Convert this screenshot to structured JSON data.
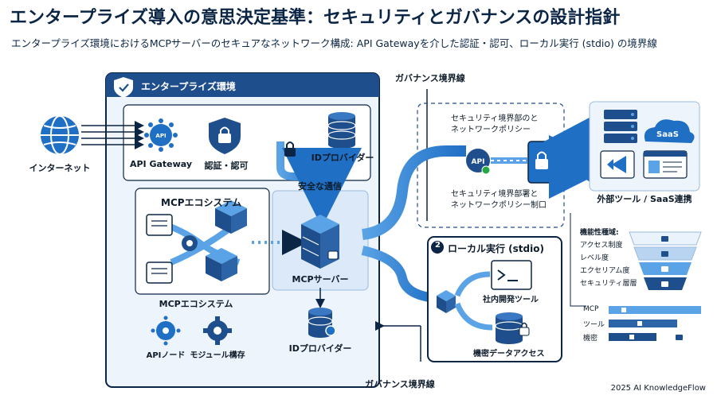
{
  "title": "エンタープライズ導入の意思決定基準：セキュリティとガバナンスの設計指針",
  "subtitle": "エンタープライズ環境におけるMCPサーバーのセキュアなネットワーク構成: API Gatewayを介した認証・認可、ローカル実行 (stdio) の境界線",
  "enterprise_label": "エンタープライズ環境",
  "internet_label": "インターネット",
  "api_gateway_label": "API Gateway",
  "auth_label": "認証・認可",
  "idp_top_label": "IDプロバイダー",
  "secure_comm_label": "安全な通信",
  "mcp_ecosystem_header": "MCPエコシステム",
  "mcp_ecosystem_caption": "MCPエコシステム",
  "mcp_server_label": "MCPサーバー",
  "idp_bottom_label": "IDプロバイダー",
  "api_node_label": "APIノード",
  "module_label": "モジュール構存",
  "governance_top_label": "ガバナンス境界線",
  "governance_bottom_label": "ガバナンス境界線",
  "security_policy_top": [
    "セキュリティ境界部のと",
    "ネットワークポリシー"
  ],
  "security_policy_bottom": [
    "セキュリティ境界部署と",
    "ネットワークポリシー制口"
  ],
  "api_badge": "API",
  "api_hub_text": "API",
  "saas_badge": "SaaS",
  "external_label": "外部ツール / SaaS連携",
  "local_number": "2",
  "local_title": "ローカル実行 (stdio)",
  "internal_tool_label": "社内開発ツール",
  "confidential_label": "機密データアクセス",
  "levels_title": "機能性種域:",
  "levels": [
    "アクセス制度",
    "レベル度",
    "エクセリアム度",
    "セキュリティ層層"
  ],
  "bars": [
    "MCP",
    "ツール",
    "機密"
  ],
  "footer": "2025 AI KnowledgeFlow"
}
